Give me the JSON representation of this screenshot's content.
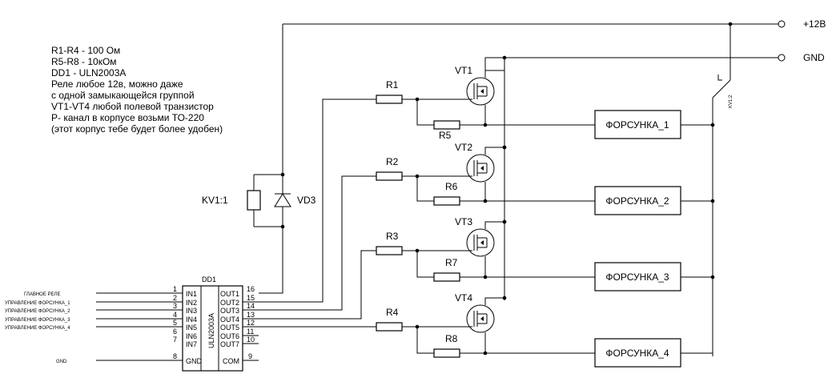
{
  "notes": [
    "R1-R4 - 100 Ом",
    "R5-R8 - 10кОм",
    "DD1 - ULN2003A",
    "Реле любое 12в, можно  даже",
    "с  одной замыкающейся группой",
    "VT1-VT4 любой  полевой  транзистор",
    "Р- канал в корпусе  возьми ТО-220",
    "(этот корпус тебе будет более удобен)"
  ],
  "power": {
    "vplus": "+12В",
    "gnd": "GND"
  },
  "relay": {
    "coil": "KV1:1",
    "diode": "VD3",
    "contact": "KV1:2"
  },
  "ic": {
    "ref": "DD1",
    "part": "ULN2003A",
    "in_pins": [
      {
        "num": "1",
        "name": "IN1"
      },
      {
        "num": "2",
        "name": "IN2"
      },
      {
        "num": "3",
        "name": "IN3"
      },
      {
        "num": "4",
        "name": "IN4"
      },
      {
        "num": "5",
        "name": "IN5"
      },
      {
        "num": "6",
        "name": "IN6"
      },
      {
        "num": "7",
        "name": "IN7"
      },
      {
        "num": "8",
        "name": "GND"
      }
    ],
    "out_pins": [
      {
        "num": "16",
        "name": "OUT1"
      },
      {
        "num": "15",
        "name": "OUT2"
      },
      {
        "num": "14",
        "name": "OUT3"
      },
      {
        "num": "13",
        "name": "OUT4"
      },
      {
        "num": "12",
        "name": "OUT5"
      },
      {
        "num": "11",
        "name": "OUT6"
      },
      {
        "num": "10",
        "name": "OUT7"
      },
      {
        "num": "9",
        "name": "COM"
      }
    ]
  },
  "inputs": [
    "ГЛАВНОЕ РЕЛЕ",
    "УПРАВЛЕНИЕ ФОРСУНКА_1",
    "УПРАВЛЕНИЕ ФОРСУНКА_2",
    "УПРАВЛЕНИЕ ФОРСУНКА_3",
    "УПРАВЛЕНИЕ ФОРСУНКА_4",
    "GND"
  ],
  "channels": [
    {
      "r_gate": "R1",
      "r_pull": "R5",
      "vt": "VT1",
      "injector": "ФОРСУНКА_1"
    },
    {
      "r_gate": "R2",
      "r_pull": "R6",
      "vt": "VT2",
      "injector": "ФОРСУНКА_2"
    },
    {
      "r_gate": "R3",
      "r_pull": "R7",
      "vt": "VT3",
      "injector": "ФОРСУНКА_3"
    },
    {
      "r_gate": "R4",
      "r_pull": "R8",
      "vt": "VT4",
      "injector": "ФОРСУНКА_4"
    }
  ]
}
